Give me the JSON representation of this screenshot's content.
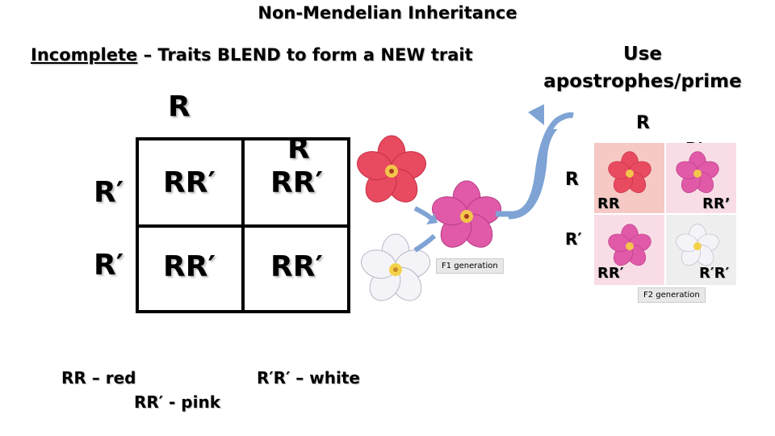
{
  "title": "Non-Mendelian Inheritance",
  "subtitle": {
    "underlined": "Incomplete",
    "rest": " – Traits BLEND to form a NEW trait"
  },
  "use_note": {
    "line1": "Use",
    "line2": "apostrophes/prime"
  },
  "punnett": {
    "top_allele_1": "R",
    "top_allele_2": "R",
    "row_alleles": [
      "R′",
      "R′"
    ],
    "cells": [
      "RR′",
      "RR′",
      "RR′",
      "RR′"
    ]
  },
  "key": {
    "red": "RR – red",
    "pink": "RR′ - pink",
    "white": "R′R′ – white"
  },
  "f1_label": "F1 generation",
  "f2": {
    "top_allele_1": "R",
    "top_allele_2": "R′",
    "left_allele_1": "R",
    "left_allele_2": "R′",
    "cells": [
      "RR",
      "RR’",
      "RR′",
      "R′R′"
    ],
    "label": "F2 generation"
  },
  "colors": {
    "red_flower": "#e84a5f",
    "pink_flower": "#e05aa8",
    "white_flower": "#f4f4f8",
    "arrow": "#7ea3d4",
    "f2_red_bg": "#f6c9c4",
    "f2_pink_bg": "#f9dde6"
  },
  "icons": [
    "red-flower-icon",
    "pink-flower-icon",
    "white-flower-icon",
    "curved-arrow-icon"
  ]
}
